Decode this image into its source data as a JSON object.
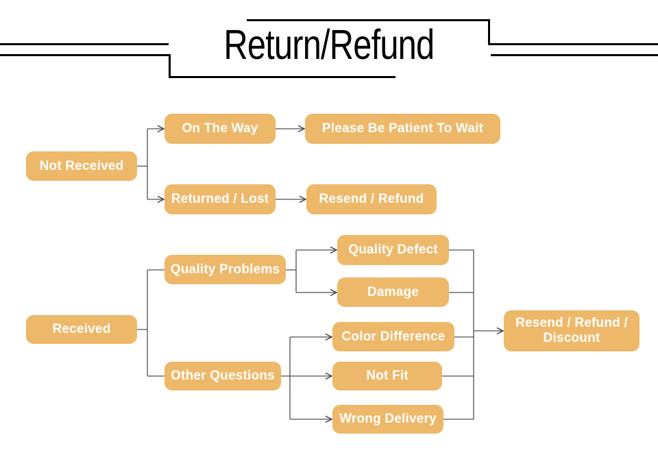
{
  "title": "Return/Refund",
  "colors": {
    "background": "#FFFFFF",
    "node_fill": "#EDB869",
    "node_text": "#FFFFFF",
    "connector": "#4F4F4F",
    "title_text": "#000000",
    "decor_lines": "#000000"
  },
  "diagram": {
    "not_received_branch": {
      "root": "Not Received",
      "cases": [
        {
          "status": "On The Way",
          "action": "Please Be Patient To Wait"
        },
        {
          "status": "Returned / Lost",
          "action": "Resend / Refund"
        }
      ]
    },
    "received_branch": {
      "root": "Received",
      "categories": [
        {
          "label": "Quality Problems",
          "issues": [
            "Quality Defect",
            "Damage"
          ]
        },
        {
          "label": "Other Questions",
          "issues": [
            "Color Difference",
            "Not Fit",
            "Wrong Delivery"
          ]
        }
      ],
      "outcome": "Resend / Refund / Discount"
    }
  }
}
